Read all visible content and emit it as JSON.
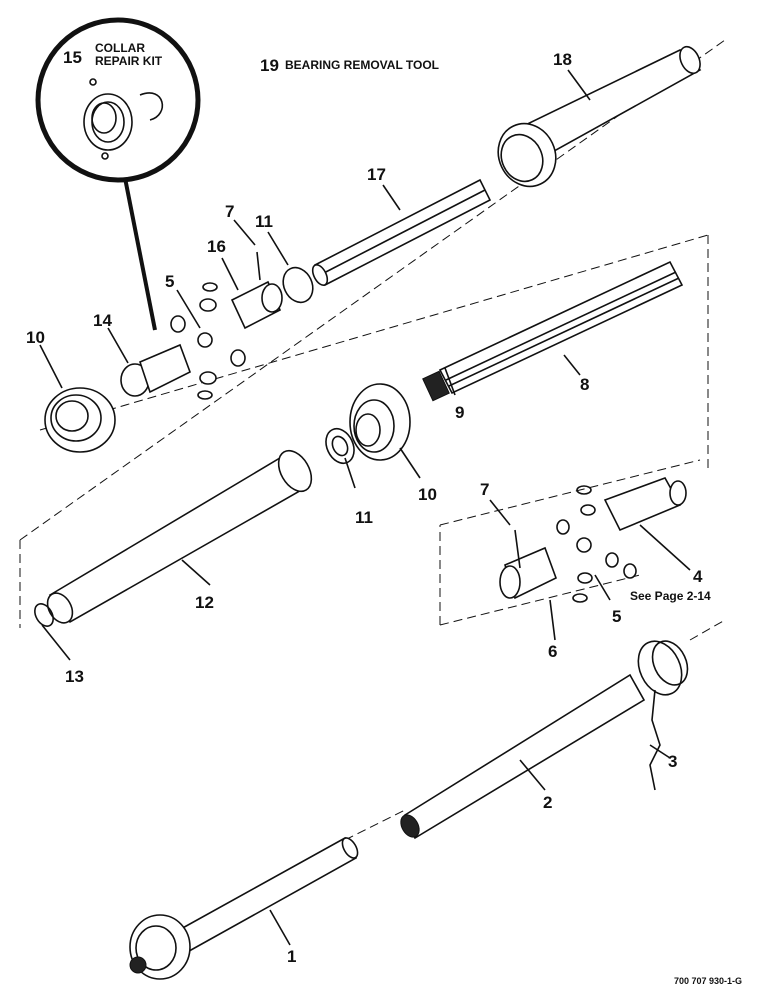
{
  "callouts": {
    "c1": "1",
    "c2": "2",
    "c3": "3",
    "c4": "4",
    "c5a": "5",
    "c5b": "5",
    "c6": "6",
    "c7a": "7",
    "c7b": "7",
    "c8": "8",
    "c9": "9",
    "c10a": "10",
    "c10b": "10",
    "c11a": "11",
    "c11b": "11",
    "c12": "12",
    "c13": "13",
    "c14": "14",
    "c15": "15",
    "c16": "16",
    "c17": "17",
    "c18": "18",
    "c19": "19"
  },
  "collar_label_line1": "COLLAR",
  "collar_label_line2": "REPAIR KIT",
  "bearing_tool_label": "BEARING REMOVAL TOOL",
  "see_page": "See Page 2-14",
  "drawing_number": "700 707 930-1-G"
}
